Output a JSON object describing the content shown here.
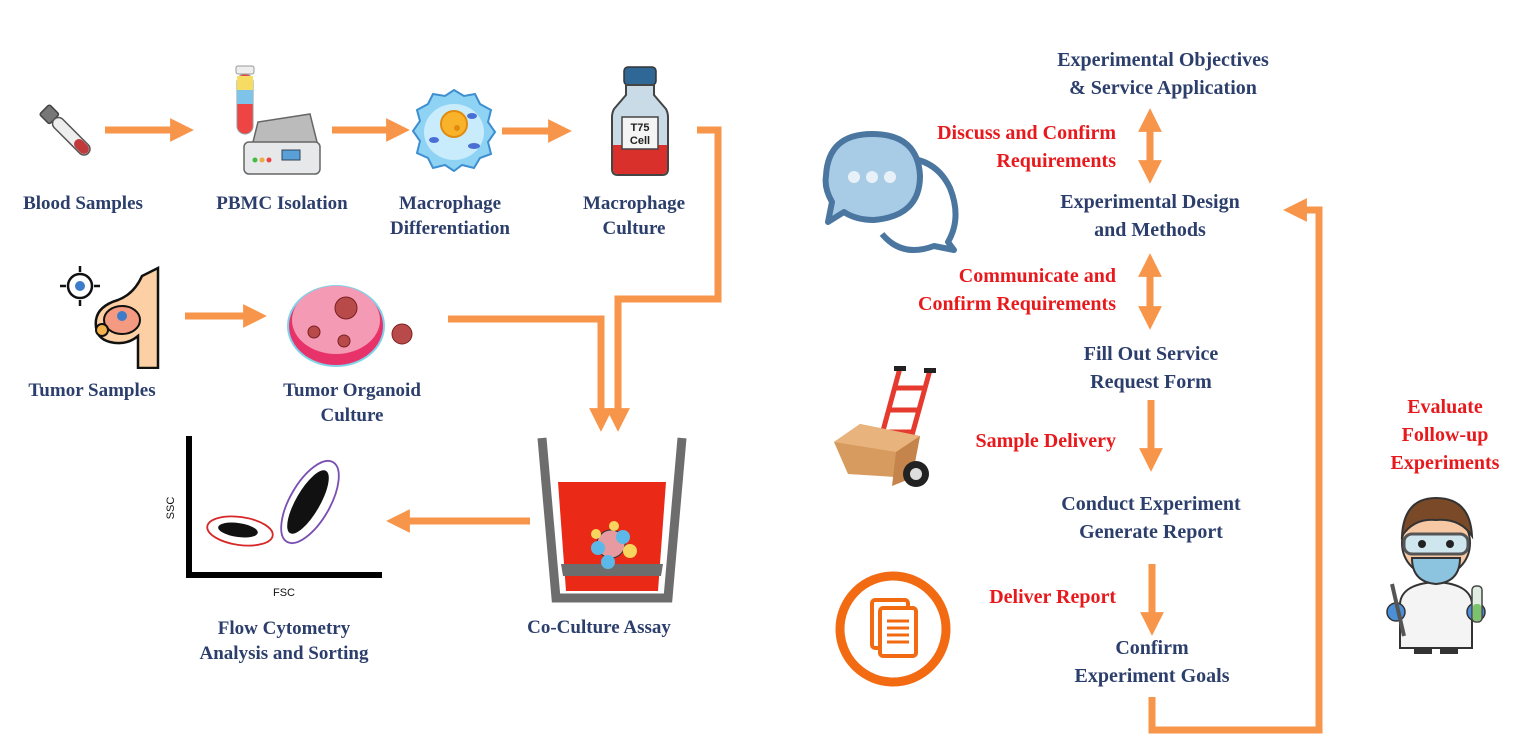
{
  "colors": {
    "arrow": "#f7964b",
    "title_text": "#2c3e6b",
    "action_text": "#e8191c",
    "report_ring": "#f26b13"
  },
  "left_workflow": {
    "steps": [
      {
        "id": "blood",
        "label_lines": [
          "Blood Samples"
        ],
        "icon": "blood-tube-icon"
      },
      {
        "id": "pbmc",
        "label_lines": [
          "PBMC Isolation"
        ],
        "icon": "centrifuge-icon"
      },
      {
        "id": "diff",
        "label_lines": [
          "Macrophage",
          "Differentiation"
        ],
        "icon": "macrophage-cell-icon"
      },
      {
        "id": "culture",
        "label_lines": [
          "Macrophage",
          "Culture"
        ],
        "icon": "culture-flask-icon",
        "flask_label": [
          "T75",
          "Cell"
        ]
      },
      {
        "id": "tumor",
        "label_lines": [
          "Tumor Samples"
        ],
        "icon": "breast-tumor-icon"
      },
      {
        "id": "organoid",
        "label_lines": [
          "Tumor Organoid",
          "Culture"
        ],
        "icon": "petri-dish-icon"
      },
      {
        "id": "coculture",
        "label_lines": [
          "Co-Culture Assay"
        ],
        "icon": "coculture-well-icon"
      },
      {
        "id": "flow",
        "label_lines": [
          "Flow Cytometry",
          "Analysis and Sorting"
        ],
        "icon": "flow-cytometry-plot-icon"
      }
    ],
    "flow_plot": {
      "x_axis": "FSC",
      "y_axis": "SSC"
    }
  },
  "right_workflow": {
    "steps": [
      {
        "id": "objectives",
        "label_lines": [
          "Experimental Objectives",
          "& Service Application"
        ]
      },
      {
        "id": "design",
        "label_lines": [
          "Experimental Design",
          "and Methods"
        ]
      },
      {
        "id": "form",
        "label_lines": [
          "Fill Out Service",
          "Request Form"
        ]
      },
      {
        "id": "conduct",
        "label_lines": [
          "Conduct Experiment",
          "Generate Report"
        ]
      },
      {
        "id": "confirm",
        "label_lines": [
          "Confirm",
          "Experiment Goals"
        ]
      }
    ],
    "actions": [
      {
        "id": "discuss",
        "label_lines": [
          "Discuss and Confirm",
          "Requirements"
        ],
        "icon": "chat-bubbles-icon"
      },
      {
        "id": "communicate",
        "label_lines": [
          "Communicate and",
          "Confirm Requirements"
        ]
      },
      {
        "id": "delivery",
        "label_lines": [
          "Sample Delivery"
        ],
        "icon": "hand-truck-icon"
      },
      {
        "id": "report",
        "label_lines": [
          "Deliver Report"
        ],
        "icon": "document-icon"
      },
      {
        "id": "evaluate",
        "label_lines": [
          "Evaluate",
          "Follow-up",
          "Experiments"
        ],
        "icon": "scientist-icon"
      }
    ]
  }
}
